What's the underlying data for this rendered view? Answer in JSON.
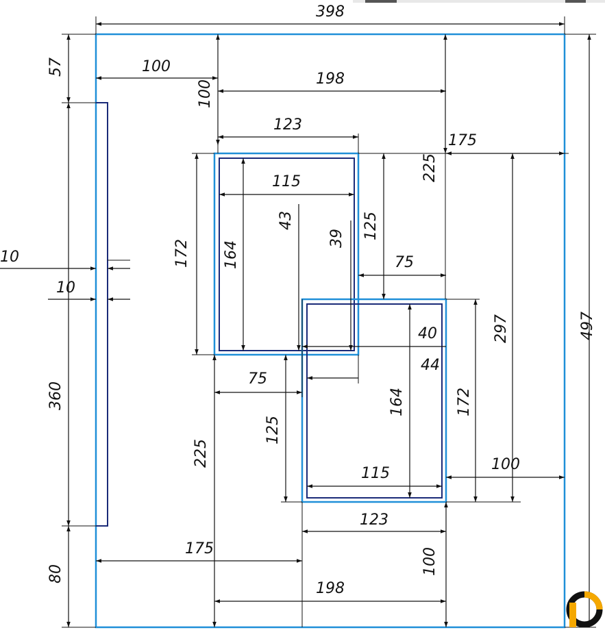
{
  "drawing": {
    "dimensions": {
      "overall_width": "398",
      "overall_height": "497",
      "top_margin": "57",
      "bottom_margin": "80",
      "left_offset_top": "100",
      "left_offset_bottom": "175",
      "right_offset_top": "175",
      "right_offset_bottom": "100",
      "shelf_height": "360",
      "gap_a": "10",
      "gap_b": "10",
      "top_gap": "100",
      "span_top": "198",
      "span_bottom": "198",
      "box_outer_w_top": "123",
      "box_outer_w_bottom": "123",
      "box_inner_w_top": "115",
      "box_inner_w_bottom": "115",
      "box_outer_h_top": "172",
      "box_outer_h_bottom": "172",
      "box_inner_h_top": "164",
      "box_inner_h_bottom": "164",
      "drop_right": "225",
      "drop_left": "225",
      "step_top": "125",
      "step_bottom": "125",
      "shift_top": "75",
      "shift_bottom": "75",
      "overlap_v1": "43",
      "overlap_v2": "39",
      "overlap_h1": "40",
      "overlap_h2": "44",
      "right_box_h": "297"
    }
  },
  "logo": {
    "name": "brand-logo-icon",
    "color_a": "#111111",
    "color_b": "#f5a800"
  }
}
